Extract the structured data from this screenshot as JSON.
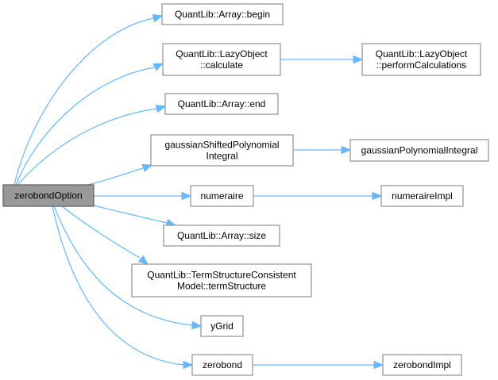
{
  "diagram": {
    "type": "call-graph",
    "colors": {
      "edge": "#63b8ff",
      "node_border": "#999999",
      "root_fill": "#999999",
      "root_border": "#666666",
      "node_fill": "#ffffff"
    },
    "nodes": [
      {
        "id": "zerobondOption",
        "lines": [
          "zerobondOption"
        ],
        "root": true
      },
      {
        "id": "arrayBegin",
        "lines": [
          "QuantLib::Array::begin"
        ]
      },
      {
        "id": "lazyCalculate",
        "lines": [
          "QuantLib::LazyObject",
          "::calculate"
        ]
      },
      {
        "id": "lazyPerform",
        "lines": [
          "QuantLib::LazyObject",
          "::performCalculations"
        ]
      },
      {
        "id": "arrayEnd",
        "lines": [
          "QuantLib::Array::end"
        ]
      },
      {
        "id": "gaussShifted",
        "lines": [
          "gaussianShiftedPolynomial",
          "Integral"
        ]
      },
      {
        "id": "gaussPoly",
        "lines": [
          "gaussianPolynomialIntegral"
        ]
      },
      {
        "id": "numeraire",
        "lines": [
          "numeraire"
        ]
      },
      {
        "id": "numeraireImpl",
        "lines": [
          "numeraireImpl"
        ]
      },
      {
        "id": "arraySize",
        "lines": [
          "QuantLib::Array::size"
        ]
      },
      {
        "id": "termStructure",
        "lines": [
          "QuantLib::TermStructureConsistent",
          "Model::termStructure"
        ]
      },
      {
        "id": "yGrid",
        "lines": [
          "yGrid"
        ]
      },
      {
        "id": "zerobond",
        "lines": [
          "zerobond"
        ]
      },
      {
        "id": "zerobondImpl",
        "lines": [
          "zerobondImpl"
        ]
      }
    ],
    "edges": [
      {
        "from": "zerobondOption",
        "to": "arrayBegin"
      },
      {
        "from": "zerobondOption",
        "to": "lazyCalculate"
      },
      {
        "from": "lazyCalculate",
        "to": "lazyPerform"
      },
      {
        "from": "zerobondOption",
        "to": "arrayEnd"
      },
      {
        "from": "zerobondOption",
        "to": "gaussShifted"
      },
      {
        "from": "gaussShifted",
        "to": "gaussPoly"
      },
      {
        "from": "zerobondOption",
        "to": "numeraire"
      },
      {
        "from": "numeraire",
        "to": "numeraireImpl"
      },
      {
        "from": "zerobondOption",
        "to": "arraySize"
      },
      {
        "from": "zerobondOption",
        "to": "termStructure"
      },
      {
        "from": "zerobondOption",
        "to": "yGrid"
      },
      {
        "from": "zerobondOption",
        "to": "zerobond"
      },
      {
        "from": "zerobond",
        "to": "zerobondImpl"
      }
    ]
  }
}
